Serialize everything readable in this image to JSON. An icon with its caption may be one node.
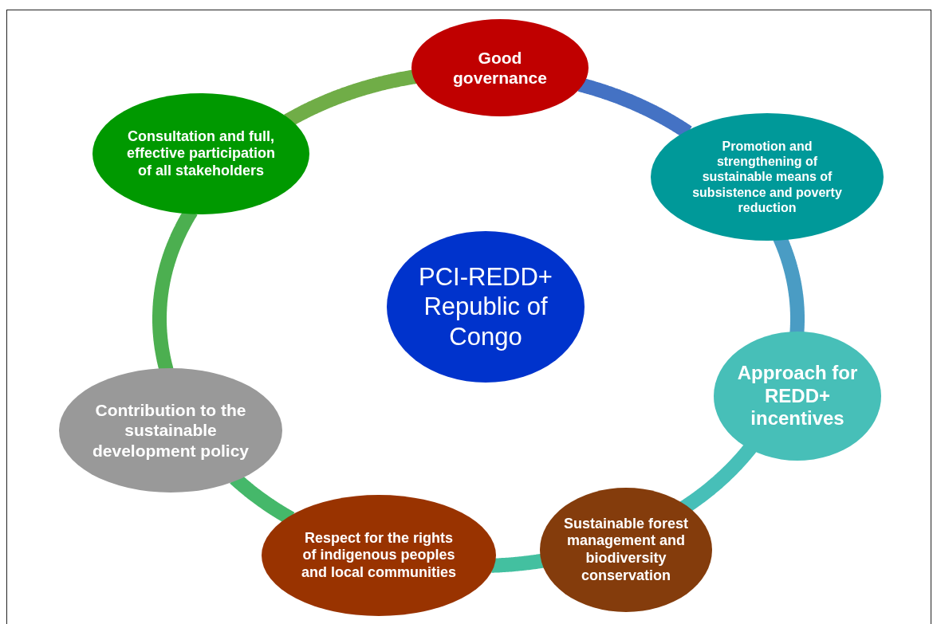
{
  "diagram": {
    "nodes": [
      {
        "text": [
          "Good governance"
        ]
      },
      {
        "text": [
          "Promotion and strengthening of sustainable means of subsistence and poverty reduction"
        ]
      },
      {
        "text": [
          "Approach for REDD+ incentives"
        ]
      },
      {
        "text": [
          "Sustainable forest management and biodiversity conservation"
        ]
      },
      {
        "text": [
          "Respect for the rights of indigenous peoples and local communities"
        ]
      },
      {
        "text": [
          "Contribution to the sustainable development policy"
        ]
      },
      {
        "text": [
          "Consultation and full, effective participation of all stakeholders"
        ]
      },
      {
        "text": [
          "PCI-REDD+ Republic of Congo"
        ]
      }
    ],
    "edges": [
      {
        "from": 0,
        "to": 1,
        "arrow": "none",
        "color": "#4472c4"
      },
      {
        "from": 1,
        "to": 2,
        "arrow": "none",
        "color": "#4a9cc4"
      },
      {
        "from": 2,
        "to": 3,
        "arrow": "none",
        "color": "#47bfb8"
      },
      {
        "from": 3,
        "to": 4,
        "arrow": "none",
        "color": "#43c0a0"
      },
      {
        "from": 4,
        "to": 5,
        "arrow": "none",
        "color": "#45b86a"
      },
      {
        "from": 5,
        "to": 6,
        "arrow": "none",
        "color": "#4caf50"
      },
      {
        "from": 6,
        "to": 0,
        "arrow": "none",
        "color": "#70ad47"
      }
    ]
  }
}
